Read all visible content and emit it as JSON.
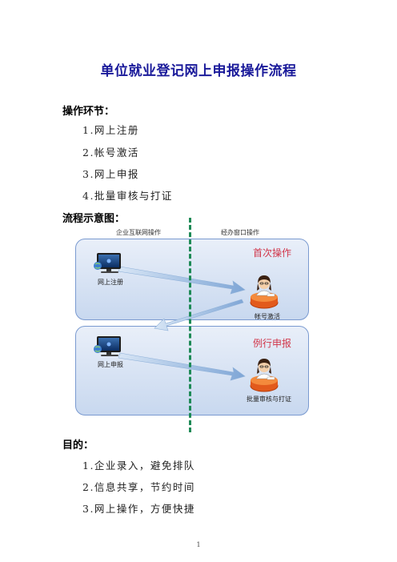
{
  "doc": {
    "title": "单位就业登记网上申报操作流程",
    "ops_heading": "操作环节：",
    "ops": [
      "1.网上注册",
      "2.帐号激活",
      "3.网上申报",
      "4.批量审核与打证"
    ],
    "flow_heading": "流程示意图：",
    "goal_heading": "目的：",
    "goals": [
      "1.企业录入，避免排队",
      "2.信息共享，节约时间",
      "3.网上操作，方便快捷"
    ],
    "page_number": "1"
  },
  "diagram": {
    "lane_left": "企业互联网操作",
    "lane_right": "经办窗口操作",
    "panel1_title": "首次操作",
    "panel2_title": "例行申报",
    "step1": "网上注册",
    "step2": "帐号激活",
    "step3": "网上申报",
    "step4": "批量审核与打证",
    "colors": {
      "divider": "#1e8a56",
      "panel_title": "#d1364a",
      "title": "#1a1a9a",
      "arrow": "#8ab0dc"
    }
  }
}
